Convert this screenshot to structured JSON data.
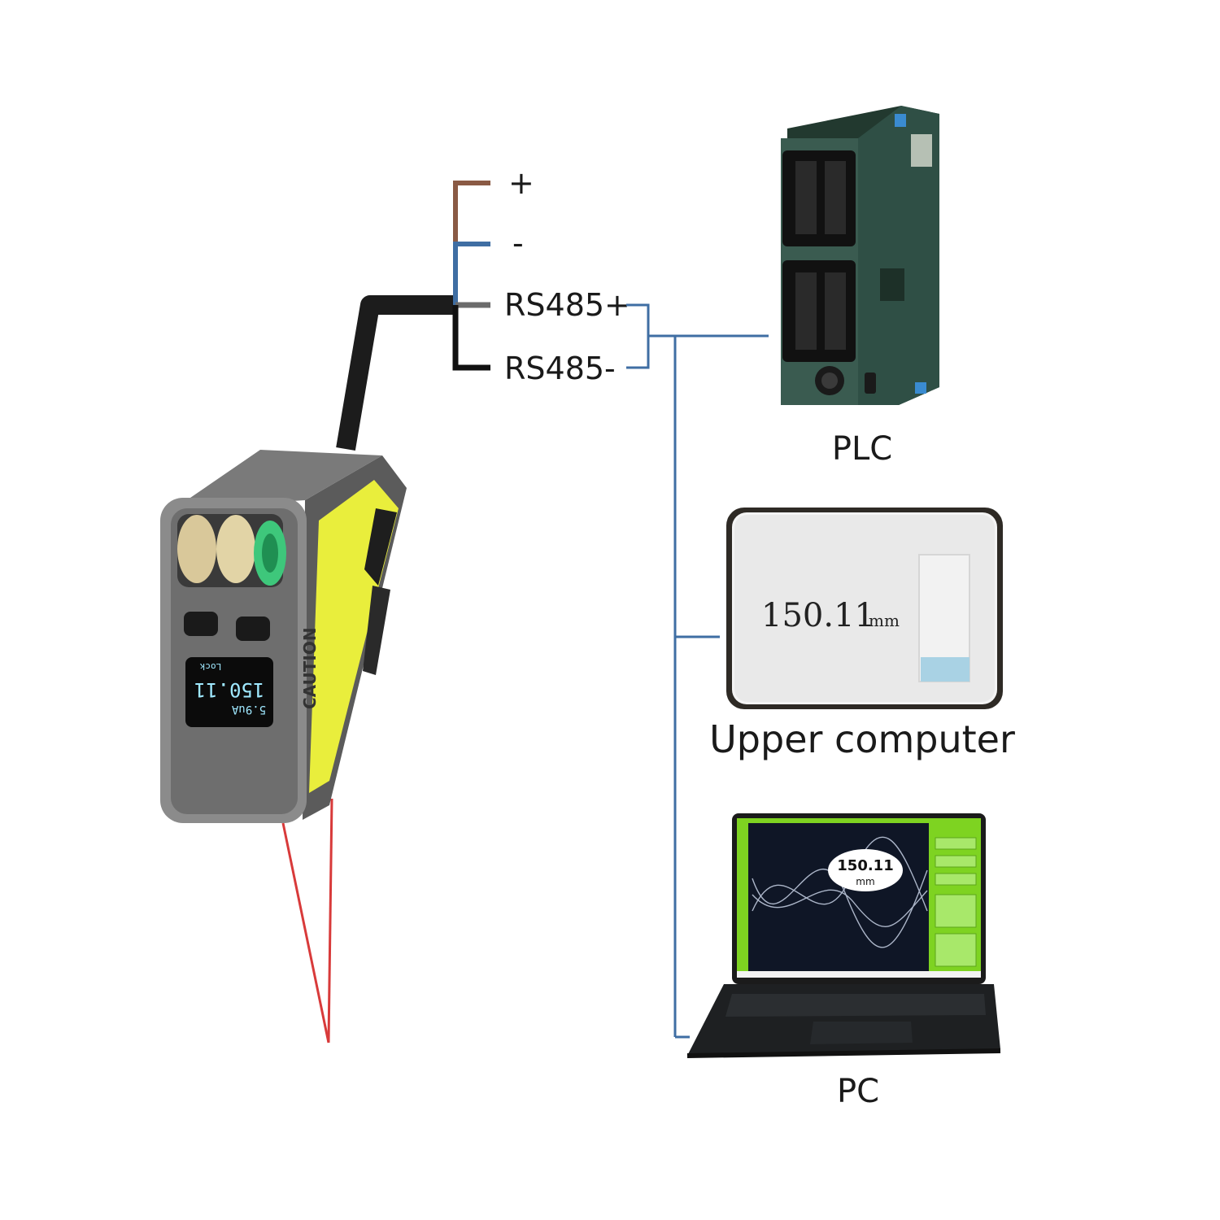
{
  "wiring": {
    "labels": [
      "+",
      "-",
      "RS485+",
      "RS485-"
    ],
    "colors": {
      "positive": "#8a5a44",
      "negative": "#3f6ea3",
      "rs485_plus": "#6b6b6b",
      "rs485_minus": "#111111",
      "bus": "#3f6ea3"
    }
  },
  "sensor": {
    "display_value": "150.11",
    "display_secondary": "5.9uA",
    "display_status": "Lock",
    "housing_label": "CAUTION",
    "laser_color": "#d83a3a",
    "accent_color": "#e9ee3c"
  },
  "devices": {
    "plc": {
      "label": "PLC",
      "color": "#2f4f45"
    },
    "upper_computer": {
      "label": "Upper computer",
      "reading_value": "150.11",
      "reading_unit": "mm"
    },
    "pc": {
      "label": "PC",
      "reading_value": "150.11",
      "reading_unit": "mm",
      "accent_color": "#7ed321"
    }
  }
}
